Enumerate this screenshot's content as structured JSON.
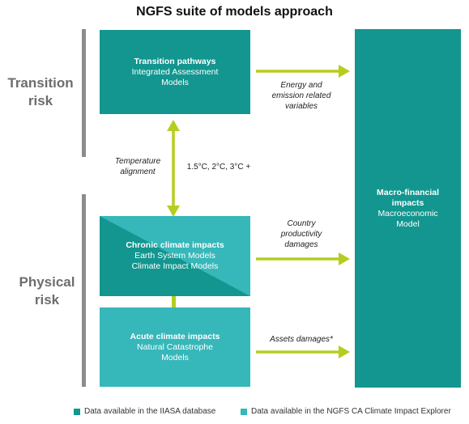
{
  "title": "NGFS suite of models approach",
  "side_labels": {
    "transition": [
      "Transition",
      "risk"
    ],
    "physical": [
      "Physical",
      "risk"
    ]
  },
  "boxes": {
    "transition": {
      "title": "Transition pathways",
      "lines": [
        "Integrated Assessment",
        "Models"
      ]
    },
    "chronic": {
      "title": "Chronic climate impacts",
      "lines": [
        "Earth System Models",
        "Climate Impact Models"
      ]
    },
    "acute": {
      "title": "Acute climate impacts",
      "lines": [
        "Natural Catastrophe",
        "Models"
      ]
    },
    "macro": {
      "title": "Macro-financial",
      "title2": "impacts",
      "lines": [
        "Macroeconomic",
        "Model"
      ]
    }
  },
  "notes": {
    "energy": [
      "Energy and",
      "emission related",
      "variables"
    ],
    "temperature": [
      "Temperature",
      "alignment"
    ],
    "degrees": "1.5°C, 2°C, 3°C +",
    "country": [
      "Country",
      "productivity",
      "damages"
    ],
    "assets": "Assets damages*"
  },
  "legend": [
    {
      "color": "#12968f",
      "label": "Data available in the IIASA database"
    },
    {
      "color": "#36b7b9",
      "label": "Data available in the NGFS CA Climate Impact Explorer"
    }
  ],
  "colors": {
    "dark_teal": "#12968f",
    "light_teal": "#36b7b9",
    "arrow": "#b6cd1e",
    "bar": "#8c8c8c"
  }
}
